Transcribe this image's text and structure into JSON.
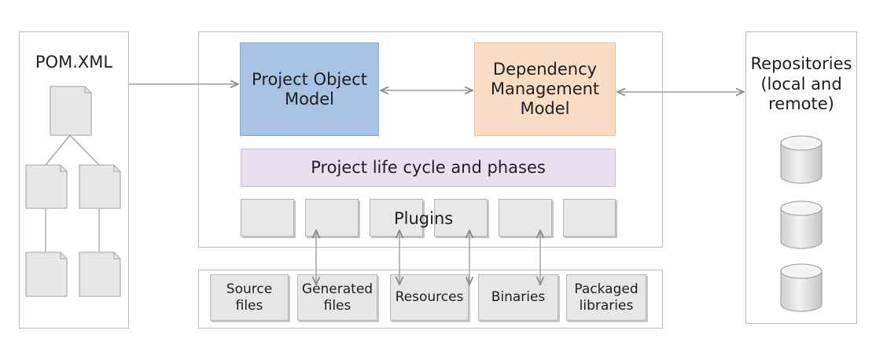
{
  "pom_xml": {
    "title": "POM.XML"
  },
  "core": {
    "project_object_model": "Project Object\nModel",
    "dependency_management_model": "Dependency\nManagement\nModel",
    "lifecycle": "Project life cycle and phases",
    "plugins_label": "Plugins"
  },
  "outputs": {
    "items": [
      "Source\nfiles",
      "Generated\nfiles",
      "Resources",
      "Binaries",
      "Packaged\nlibraries"
    ]
  },
  "repositories": {
    "title": "Repositories\n(local and\nremote)"
  },
  "colors": {
    "project_object_model": "#a8c2e3",
    "dependency_management_model": "#f9dcc4",
    "lifecycle": "#e8e0f1",
    "connector": "#9e9e9e"
  }
}
